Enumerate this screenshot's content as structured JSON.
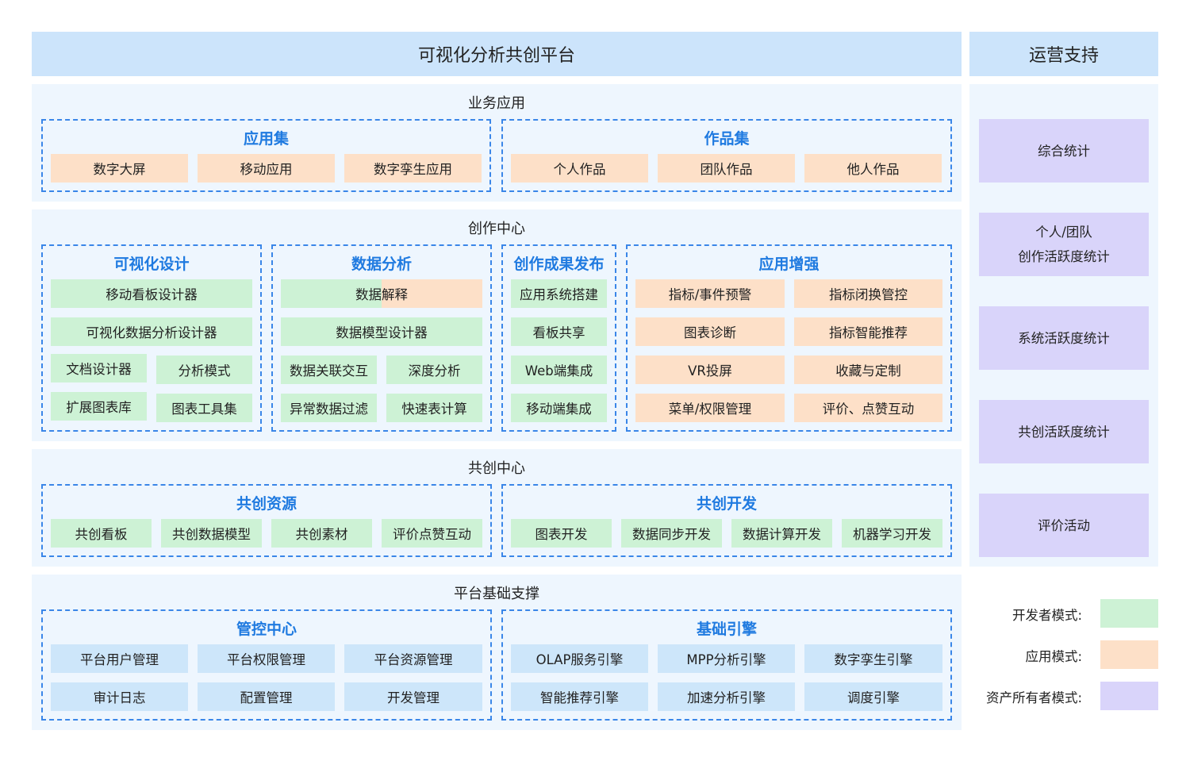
{
  "platform_title": "可视化分析共创平台",
  "ops_title": "运营支持",
  "business": {
    "title": "业务应用",
    "apps": {
      "title": "应用集",
      "items": [
        "数字大屏",
        "移动应用",
        "数字孪生应用"
      ]
    },
    "works": {
      "title": "作品集",
      "items": [
        "个人作品",
        "团队作品",
        "他人作品"
      ]
    }
  },
  "creation": {
    "title": "创作中心",
    "vis_design": {
      "title": "可视化设计",
      "items": [
        "移动看板设计器",
        "可视化数据分析设计器",
        "文档设计器",
        "分析模式",
        "扩展图表库",
        "图表工具集"
      ]
    },
    "data_analysis": {
      "title": "数据分析",
      "items": [
        "数据解释",
        "数据模型设计器",
        "数据关联交互",
        "深度分析",
        "异常数据过滤",
        "快速表计算"
      ]
    },
    "publish": {
      "title": "创作成果发布",
      "items": [
        "应用系统搭建",
        "看板共享",
        "Web端集成",
        "移动端集成"
      ]
    },
    "enhance": {
      "title": "应用增强",
      "items": [
        "指标/事件预警",
        "指标闭换管控",
        "图表诊断",
        "指标智能推荐",
        "VR投屏",
        "收藏与定制",
        "菜单/权限管理",
        "评价、点赞互动"
      ]
    }
  },
  "cocreate": {
    "title": "共创中心",
    "resources": {
      "title": "共创资源",
      "items": [
        "共创看板",
        "共创数据模型",
        "共创素材",
        "评价点赞互动"
      ]
    },
    "dev": {
      "title": "共创开发",
      "items": [
        "图表开发",
        "数据同步开发",
        "数据计算开发",
        "机器学习开发"
      ]
    }
  },
  "foundation": {
    "title": "平台基础支撑",
    "control": {
      "title": "管控中心",
      "items": [
        "平台用户管理",
        "平台权限管理",
        "平台资源管理",
        "审计日志",
        "配置管理",
        "开发管理"
      ]
    },
    "engine": {
      "title": "基础引擎",
      "items": [
        "OLAP服务引擎",
        "MPP分析引擎",
        "数字孪生引擎",
        "智能推荐引擎",
        "加速分析引擎",
        "调度引擎"
      ]
    }
  },
  "ops": {
    "items": [
      {
        "line1": "综合统计",
        "line2": ""
      },
      {
        "line1": "个人/团队",
        "line2": "创作活跃度统计"
      },
      {
        "line1": "系统活跃度统计",
        "line2": ""
      },
      {
        "line1": "共创活跃度统计",
        "line2": ""
      },
      {
        "line1": "评价活动",
        "line2": ""
      }
    ]
  },
  "legend": [
    {
      "label": "开发者模式:",
      "color": "#cdf2d5"
    },
    {
      "label": "应用模式:",
      "color": "#fde0c8"
    },
    {
      "label": "资产所有者模式:",
      "color": "#d9d4fa"
    }
  ]
}
